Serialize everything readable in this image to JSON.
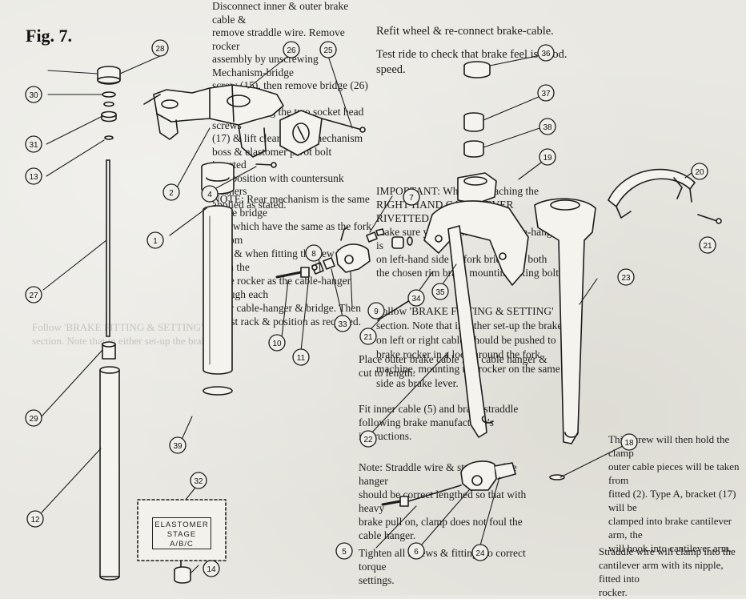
{
  "figure": {
    "title": "Fig. 7.",
    "callouts": [
      "1",
      "2",
      "4",
      "5",
      "6",
      "7",
      "8",
      "9",
      "10",
      "11",
      "12",
      "13",
      "14",
      "18",
      "19",
      "20",
      "21",
      "22",
      "23",
      "24",
      "25",
      "26",
      "27",
      "28",
      "29",
      "30",
      "31",
      "32",
      "33",
      "34",
      "35",
      "36",
      "37",
      "38",
      "39"
    ],
    "stage_label": [
      "ELASTOMER",
      "STAGE",
      "A/B/C"
    ]
  },
  "text_blocks": {
    "top_left": [
      "Disconnect inner & outer brake cable &",
      "remove straddle wire. Remove rocker",
      "assembly by unscrewing Mechanism-bridge",
      "screw (15), then remove bridge (26) clear",
      "by unscrewing the two socket head screws",
      "(17) & lift clear. Brake mechanism",
      "boss & elastomer pivot bolt inserted",
      "into position with countersunk washers",
      "applied as stated."
    ],
    "note_left": [
      "NOTE: Rear mechanism is the same as the bridge",
      "lugs which have the same as the fork bottom",
      "boss & when fitting the new bridge, align the",
      "same rocker as the cable-hanger through each",
      "lever cable-hanger & bridge. Then",
      "adjust rack & position as required."
    ],
    "top_right": [
      "Refit wheel & re-connect brake-cable.",
      "Test ride to check that brake feel is good.",
      "speed."
    ],
    "mid_right": [
      "IMPORTANT: When re-attaching the",
      "RIGHT HAND CANTILEVER RIVETTED LOOP",
      "make sure you check that the cable-hanger is",
      "on left-hand side of fork bridge on both",
      "the chosen rim brake mounting fixing bolts."
    ],
    "follow_right": [
      "Follow 'BRAKE FITTING & SETTING'",
      "section. Note that in either set-up the brake",
      "on left or right cable, should be pushed to",
      "brake rocker in a loop around the fork",
      "machine, mounting the rocker on the same",
      "side as brake lever."
    ],
    "cable_stop": [
      "Place outer brake cable into cable hanger &",
      "cut to length."
    ],
    "inner_cable": [
      "Fit inner cable (5) and brake straddle",
      "following brake manufacturer's instructions."
    ],
    "note_straddle": [
      "Note: Straddle wire & straddle cable hanger",
      "should be correct lengthed so that with heavy",
      "brake pull on, clamp does not foul the",
      "cable hanger."
    ],
    "grub_screws": [
      "Tighten all screws & fittings to correct torque",
      "settings."
    ],
    "screw_right": [
      "This screw will then hold the clamp",
      "outer cable pieces will be taken from",
      "fitted (2). Type A, bracket (17) will be",
      "clamped into brake cantilever arm, the",
      "will hook into cantilever arm."
    ],
    "straddle_right": [
      "Straddle wire will clamp into the",
      "cantilever arm with its nipple, fitted into",
      "rocker."
    ]
  },
  "colors": {
    "paper": "#e9e8e2",
    "ink": "#1e1e1e",
    "part_fill": "#f4f3ee"
  }
}
